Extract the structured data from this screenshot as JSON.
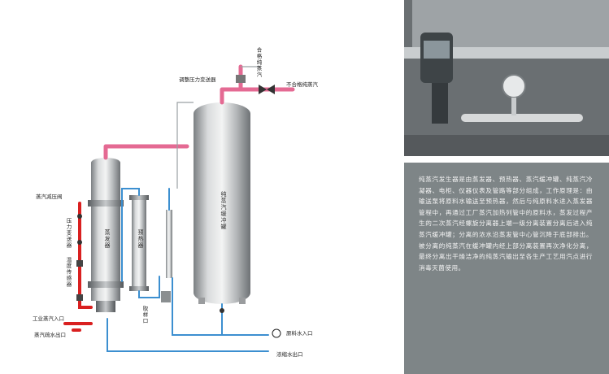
{
  "labels": {
    "qualified_steam": "合格纯蒸汽",
    "unqualified_steam": "不合格纯蒸汽",
    "pressure_valve": "调整压力变送器",
    "steam_pressure_valve": "蒸汽减压阀",
    "industrial_steam_in": "工业蒸汽入口",
    "steam_drain_out": "蒸汽疏水出口",
    "raw_water_in": "原料水入口",
    "concentrate_out": "浓缩水出口",
    "sample_out": "取样口",
    "pressure_transmitter": "压力变送器",
    "temp_sensor": "温度传感器"
  },
  "vessels": {
    "evaporator": "蒸发器",
    "preheater": "预热器",
    "buffer_tank": "纯蒸汽缓冲罐"
  },
  "description": "纯蒸汽发生器是由蒸发器、预热器、蒸汽缓冲罐、纯蒸汽冷凝器、电柜、仪器仪表及管路等部分组成，工作原理是：由输送泵将原料水输送至预热器，然后与纯原料水进入蒸发器管程中，再通过工厂蒸汽加热列管中的原料水，蒸发过程产生的二次蒸汽经螺旋分离器上端一级分离装置分离后进入纯蒸汽缓冲罐；分离的浓水沿蒸发管中心管沉降于底部排出。被分离的纯蒸汽在缓冲罐内经上部分离装置再次净化分离，最终分离出干燥洁净的纯蒸汽输出至各生产工艺用汽点进行消毒灭菌使用。",
  "colors": {
    "steam_pipe": "#e46a93",
    "water_pipe": "#3c8fd0",
    "drain_pipe": "#d92020",
    "vessel": "#b9bcbe",
    "panel": "#7e8587"
  }
}
